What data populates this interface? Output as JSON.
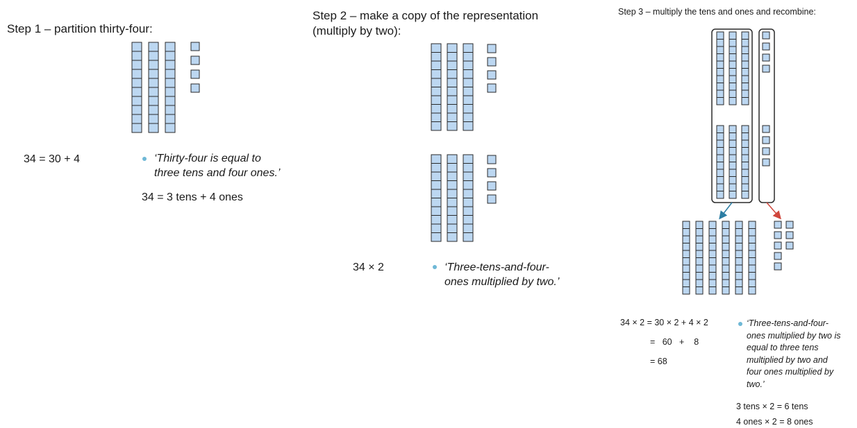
{
  "colors": {
    "block_fill": "#bcd7f1",
    "block_stroke": "#2a2a2a",
    "bullet": "#6fb8d6",
    "tens_bracket": "#2b7da3",
    "ones_bracket": "#d0463c"
  },
  "step1": {
    "heading": "Step 1 – partition thirty-four:",
    "blocks": {
      "tens": 3,
      "ones": 4
    },
    "equation": "34 = 30 + 4",
    "quote_lines": [
      "‘Thirty-four is equal to",
      "three tens and four ones.’"
    ],
    "tens_ones": "34 = 3 tens + 4 ones"
  },
  "step2": {
    "heading_lines": [
      "Step 2 – make a copy of the representation",
      "(multiply by two):"
    ],
    "blocks": [
      {
        "tens": 3,
        "ones": 4
      },
      {
        "tens": 3,
        "ones": 4
      }
    ],
    "expression": "34 × 2",
    "quote_lines": [
      "‘Three-tens-and-four-",
      "ones multiplied by two.’"
    ]
  },
  "step3": {
    "heading": "Step 3 – multiply the tens and ones and recombine:",
    "recombined": {
      "tens": 6,
      "ones": 8
    },
    "equation_lines": [
      "34 × 2 = 30 × 2 + 4 × 2",
      "=   60   +    8",
      "= 68"
    ],
    "quote_lines": [
      "‘Three-tens-and-four-",
      "ones multiplied by two is",
      "equal to three tens",
      "multiplied by two and",
      "four ones multiplied by",
      "two.’"
    ],
    "fact_lines": [
      "3 tens × 2 = 6 tens",
      "4 ones × 2 = 8 ones"
    ]
  }
}
